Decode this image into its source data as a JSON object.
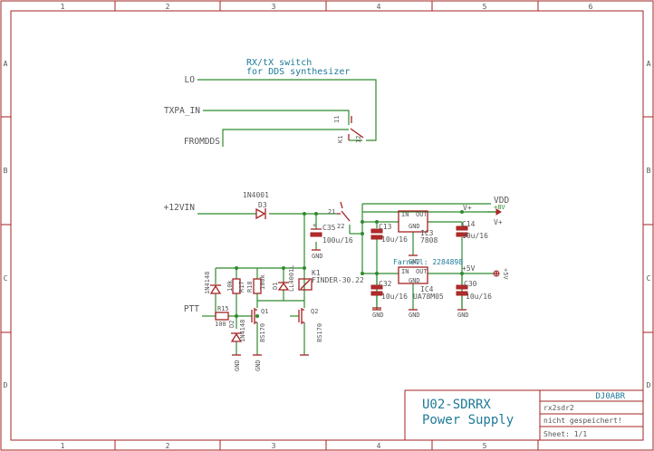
{
  "frame": {
    "columns": [
      "1",
      "2",
      "3",
      "4",
      "5",
      "6"
    ],
    "rows": [
      "A",
      "B",
      "C",
      "D"
    ]
  },
  "title_block": {
    "author": "DJ0ABR",
    "file": "rx2sdr2",
    "status": "nicht gespeichert!",
    "sheet": "Sheet: 1/1",
    "title_line1": "U02-SDRRX",
    "title_line2": "Power Supply"
  },
  "notes": {
    "switch_title": "RX/tX switch",
    "switch_subtitle": "for DDS synthesizer",
    "farnell": "Farnell: 2284898"
  },
  "nets": {
    "lo": "LO",
    "txpa_in": "TXPA_IN",
    "fromdds": "FROMDDS",
    "vin": "+12VIN",
    "ptt": "PTT",
    "vdd": "VDD",
    "vplus": "V+",
    "v5": "+5V",
    "v8": "+8V",
    "vplus2": "V+",
    "v5_flag": "+5V"
  },
  "components": {
    "k1_top": "K1",
    "k1_relay": "K1",
    "k1_relay_type": "FINDER-30.22",
    "d3": "D3",
    "d3_type": "1N4001",
    "c35": "C35",
    "c35_value": "100u/16",
    "c13": "C13",
    "c13_value": "10u/16",
    "c14": "C14",
    "c14_value": "10u/16",
    "c32": "C32",
    "c32_value": "10u/16",
    "c30": "C30",
    "c30_value": "10u/16",
    "ic3": "IC3",
    "ic3_type": "7808",
    "ic4": "IC4",
    "ic4_type": "UA78M05",
    "r15": "R15",
    "r15_value": "100",
    "r17": "R17",
    "r17_value": "10k",
    "r18": "R18",
    "r18_value": "100k",
    "d1": "D1",
    "d1_type": "LL4001L",
    "d2": "D2",
    "d2_type": "1N4148",
    "d4_type": "1N4148",
    "q1": "Q1",
    "q1_type": "BS170",
    "q2": "Q2",
    "q2_type": "BS170"
  },
  "pins": {
    "in": "IN",
    "out": "OUT",
    "gnd": "GND",
    "gnd_label": "GND",
    "p21": "21",
    "p22": "22",
    "p11": "11",
    "p12": "12"
  }
}
